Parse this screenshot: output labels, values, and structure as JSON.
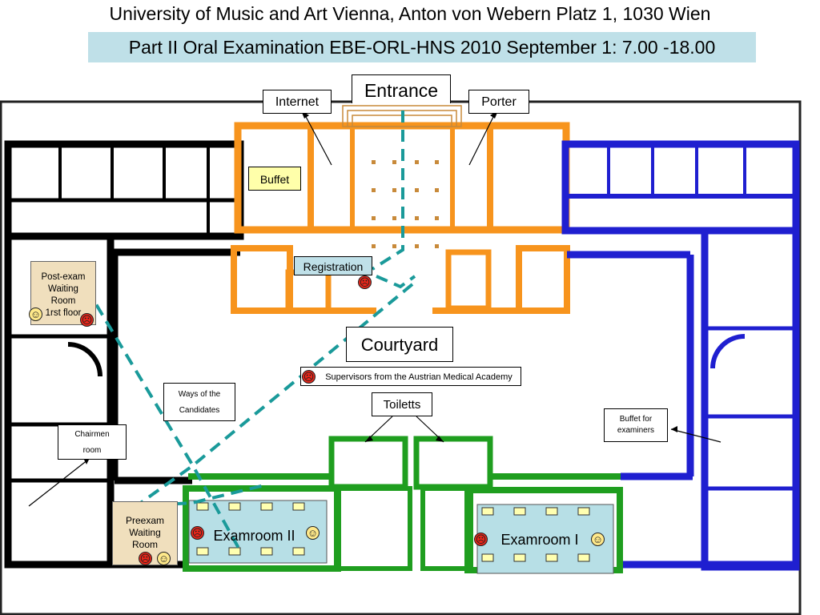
{
  "header": {
    "title": "University of Music and Art Vienna, Anton von Webern Platz 1, 1030 Wien",
    "subtitle": "Part II Oral Examination EBE-ORL-HNS 2010 September 1: 7.00 -18.00"
  },
  "labels": {
    "entrance": "Entrance",
    "internet": "Internet",
    "porter": "Porter",
    "buffet": "Buffet",
    "registration": "Registration",
    "courtyard": "Courtyard",
    "supervisors": "Supervisors from the Austrian Medical Academy",
    "toiletts": "Toiletts",
    "ways_line1": "Ways of the",
    "ways_line2": "Candidates",
    "chairmen_line1": "Chairmen",
    "chairmen_line2": "room",
    "buffet_examiners_line1": "Buffet for",
    "buffet_examiners_line2": "examiners",
    "post_exam_line1": "Post-exam",
    "post_exam_line2": "Waiting",
    "post_exam_line3": "Room",
    "post_exam_line4": "1rst floor",
    "pre_exam_line1": "Preexam",
    "pre_exam_line2": "Waiting",
    "pre_exam_line3": "Room",
    "examroom_2": "Examroom II",
    "examroom_1": "Examroom I"
  },
  "icons": {
    "examiner_face": "frowning-face-icon",
    "candidate_face": "smiling-face-icon"
  },
  "colors": {
    "left_wing": "#000000",
    "front_wing": "#f7941d",
    "right_wing": "#1f1fd0",
    "back_wing": "#1f9e1f",
    "path": "#1a9a9a",
    "subtitle_bg": "#bfe0e8",
    "exam_room": "#b7dfe6",
    "waiting_room": "#f0dfbd",
    "buffet": "#ffffaa",
    "red_face": "#e8261a",
    "yellow_face": "#ffe98a"
  }
}
